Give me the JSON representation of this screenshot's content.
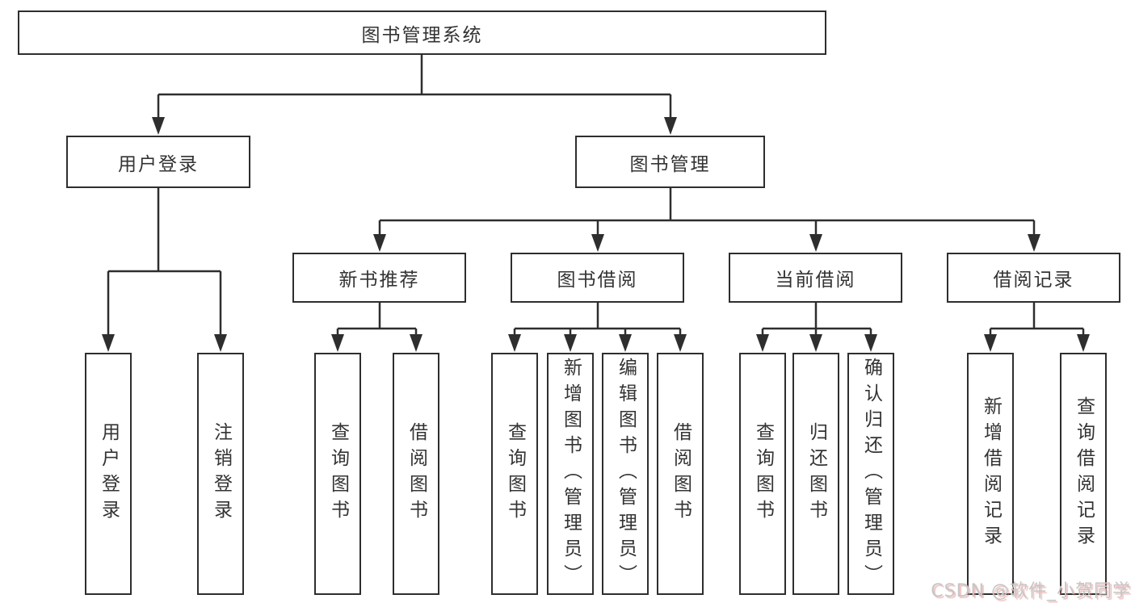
{
  "tree": {
    "root": {
      "label": "图书管理系统",
      "children": [
        {
          "label": "用户登录",
          "children": [
            {
              "label": "用户登录"
            },
            {
              "label": "注销登录"
            }
          ]
        },
        {
          "label": "图书管理",
          "children": [
            {
              "label": "新书推荐",
              "children": [
                {
                  "label": "查询图书"
                },
                {
                  "label": "借阅图书"
                }
              ]
            },
            {
              "label": "图书借阅",
              "children": [
                {
                  "label": "查询图书"
                },
                {
                  "label": "新增图书（管理员）"
                },
                {
                  "label": "编辑图书（管理员）"
                },
                {
                  "label": "借阅图书"
                }
              ]
            },
            {
              "label": "当前借阅",
              "children": [
                {
                  "label": "查询图书"
                },
                {
                  "label": "归还图书"
                },
                {
                  "label": "确认归还（管理员）"
                }
              ]
            },
            {
              "label": "借阅记录",
              "children": [
                {
                  "label": "新增借阅记录"
                },
                {
                  "label": "查询借阅记录"
                }
              ]
            }
          ]
        }
      ]
    }
  },
  "watermark": {
    "text": "CSDN @软件_小贺同学"
  },
  "colors": {
    "line": "#2e2e2e",
    "box_border": "#2e2e2e",
    "text": "#333333",
    "background": "#ffffff",
    "watermark_gray": "#c6c6c6",
    "watermark_shadow_pink": "#e48c8c"
  }
}
